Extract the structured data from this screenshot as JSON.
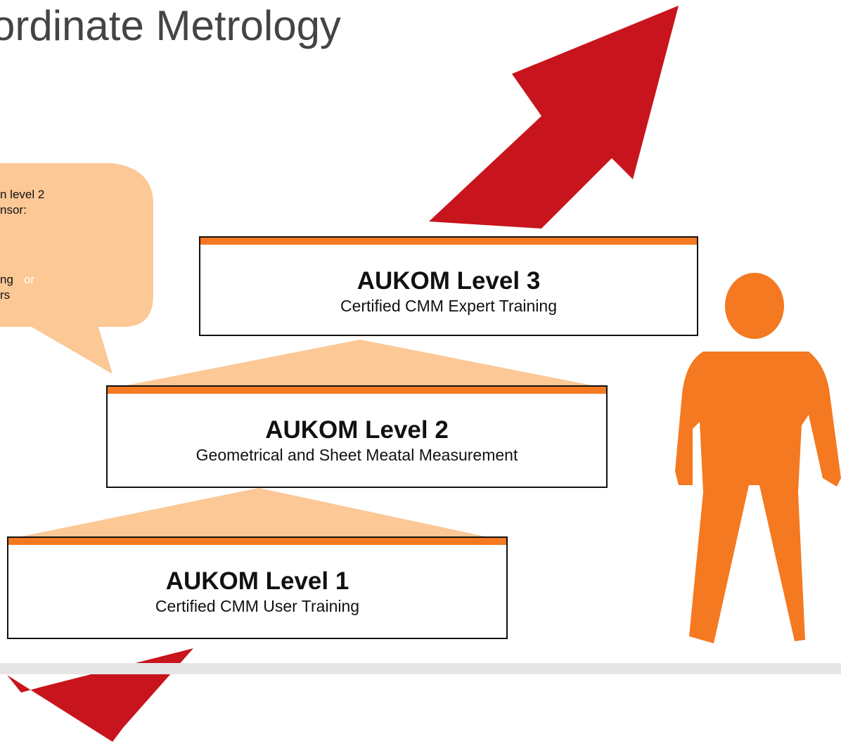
{
  "title": "ordinate Metrology",
  "bubble": {
    "lines": [
      {
        "text": "n level 2",
        "faded": false
      },
      {
        "text": "nsor:",
        "faded": false
      },
      {
        "text": "ng",
        "faded": false
      },
      {
        "text": "or",
        "faded": true
      },
      {
        "text": "rs",
        "faded": false
      }
    ]
  },
  "levels": [
    {
      "title": "AUKOM Level 3",
      "subtitle": "Certified CMM Expert Training"
    },
    {
      "title": "AUKOM Level 2",
      "subtitle": "Geometrical and Sheet Meatal Measurement"
    },
    {
      "title": "AUKOM Level 1",
      "subtitle": "Certified CMM User Training"
    }
  ],
  "colors": {
    "accent_orange": "#f47920",
    "light_orange": "#fbc896",
    "arrow_red": "#c8141c",
    "person_orange": "#f47920"
  }
}
